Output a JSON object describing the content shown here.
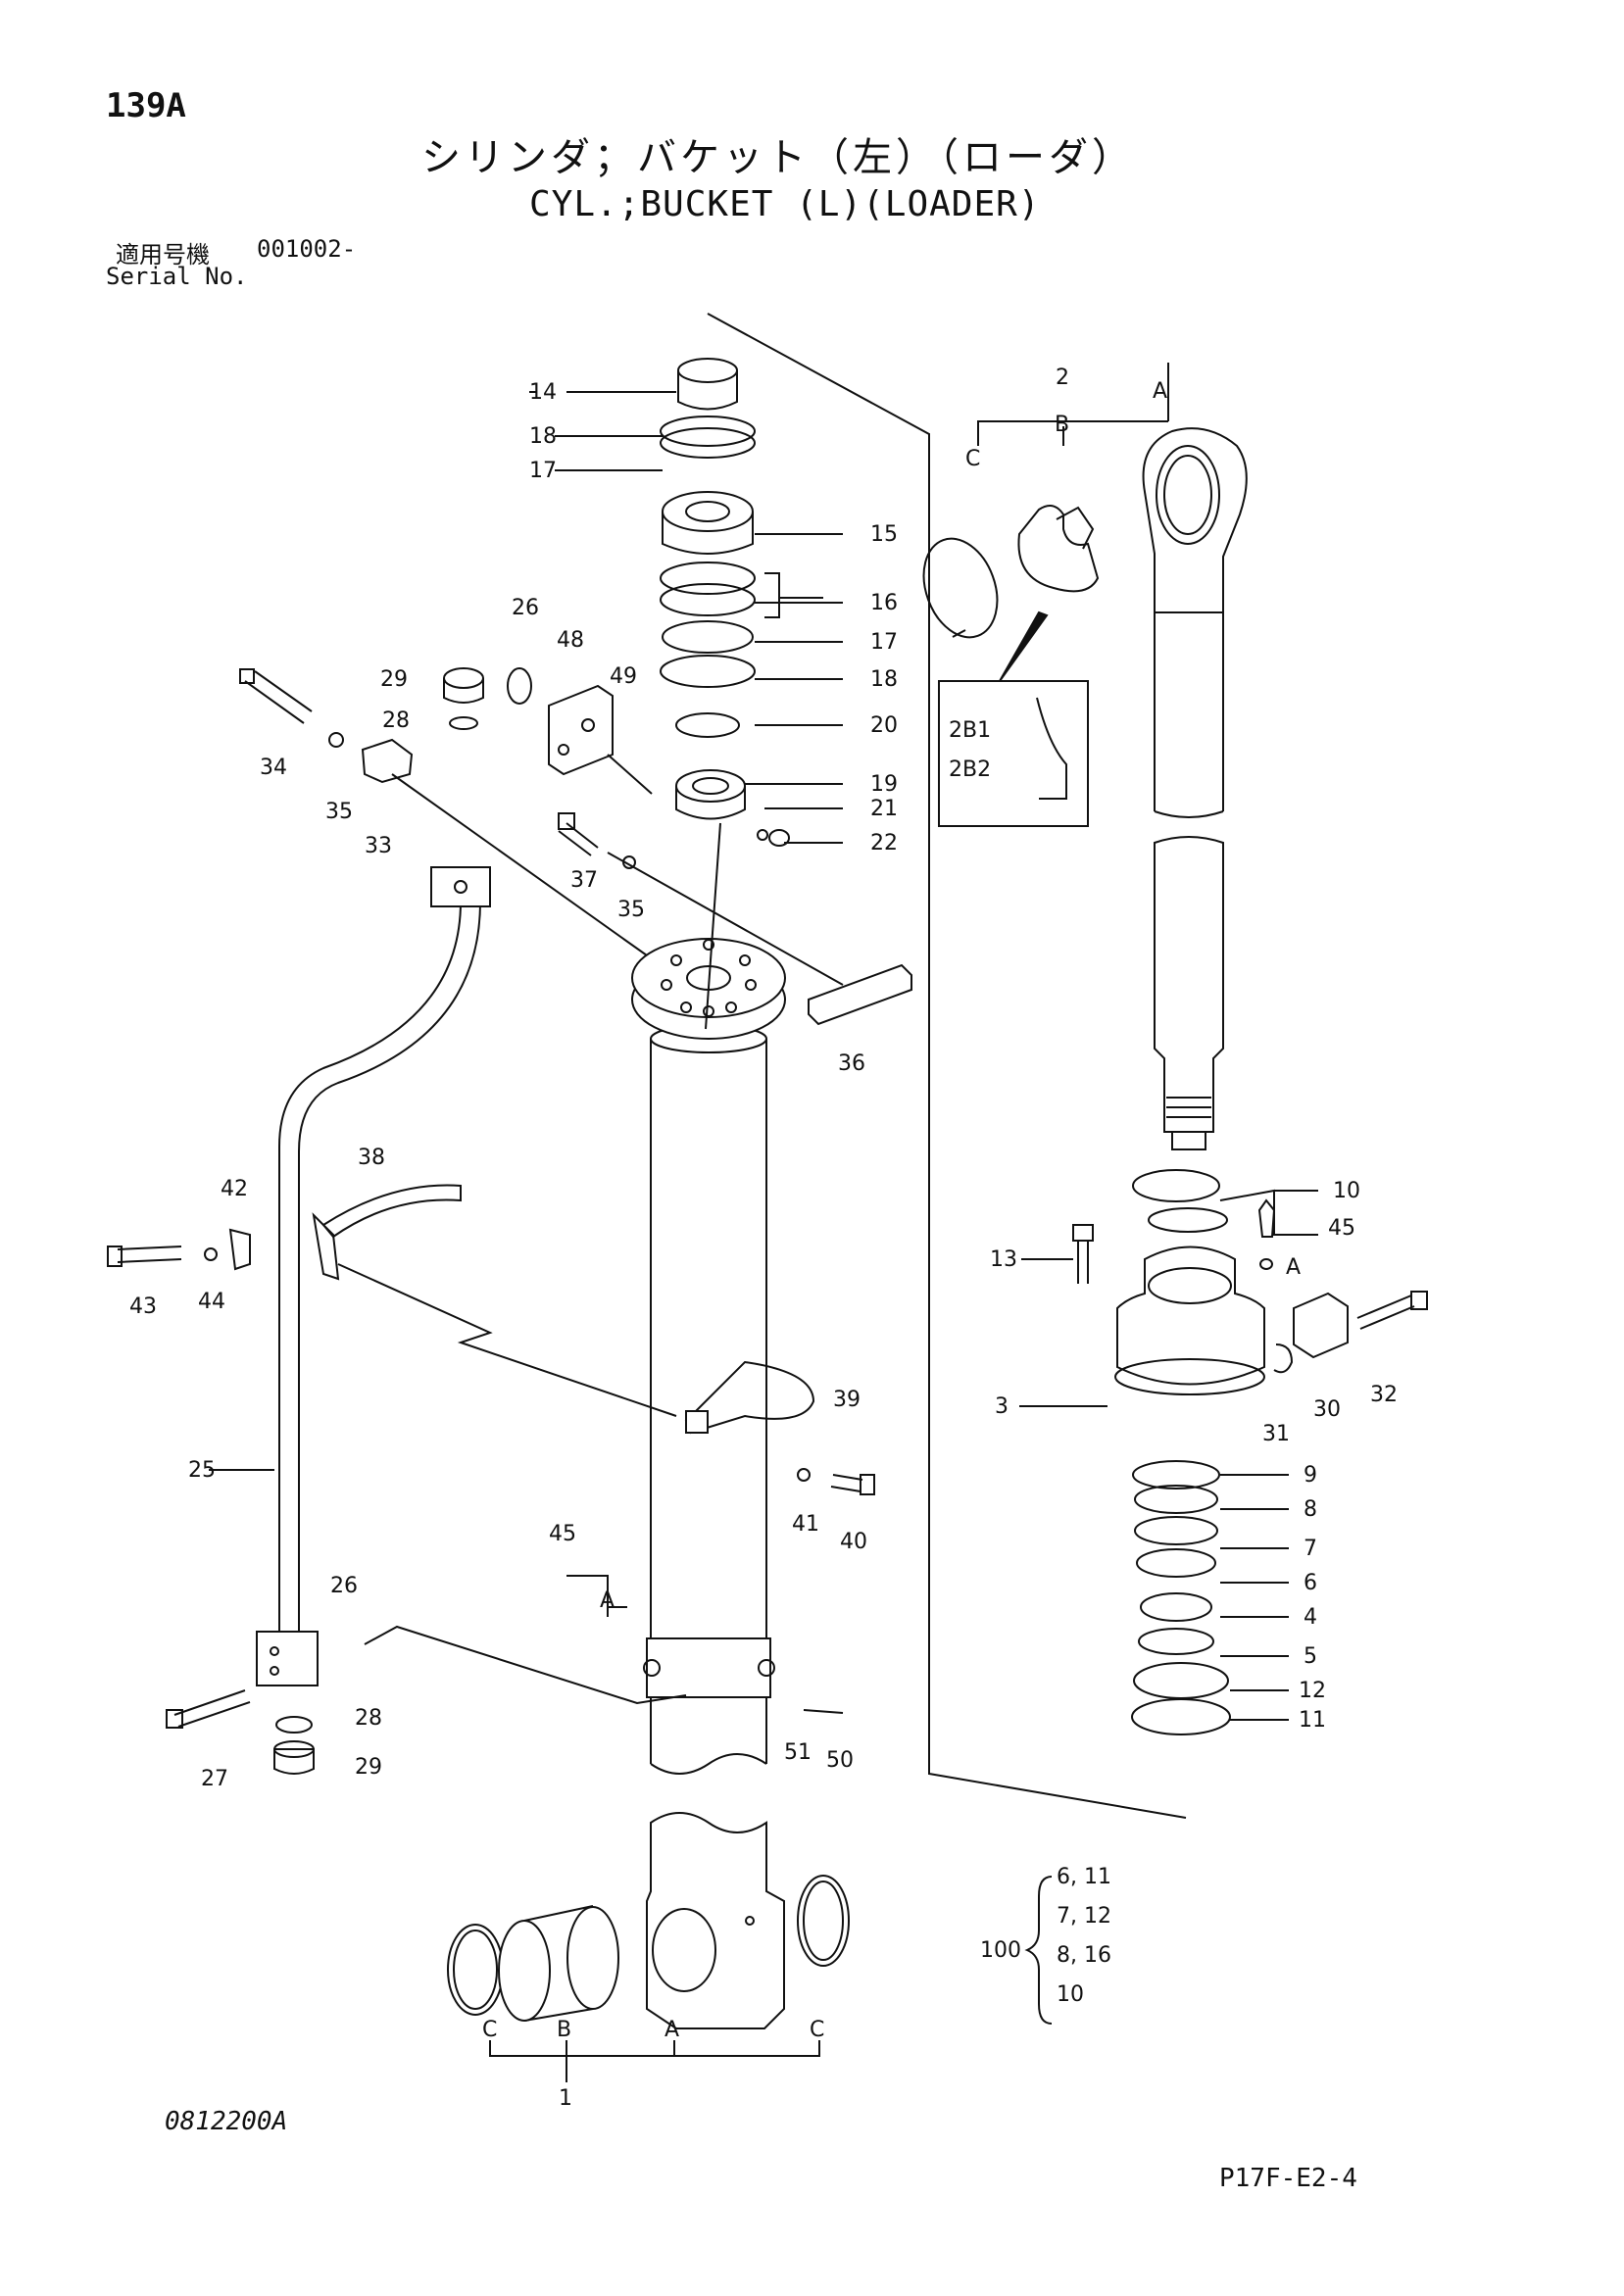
{
  "page_number": "139A",
  "title_jp": "シリンダ；バケット（左）（ローダ）",
  "title_en": "CYL.;BUCKET (L)(LOADER)",
  "serial_label_jp": "適用号機",
  "serial_range": "001002-",
  "serial_label_en": "Serial No.",
  "drawing_number": "0812200A",
  "page_code": "P17F-E2-4",
  "kit": {
    "number": "100",
    "items": [
      "6, 11",
      "7, 12",
      "8, 16",
      "10"
    ]
  },
  "callouts": {
    "c1": "1",
    "c2": "2",
    "c3": "3",
    "c4": "4",
    "c5": "5",
    "c6": "6",
    "c7": "7",
    "c8": "8",
    "c9": "9",
    "c10": "10",
    "c11": "11",
    "c12": "12",
    "c13": "13",
    "c14": "14",
    "c15": "15",
    "c16": "16",
    "c17a": "17",
    "c17b": "17",
    "c18a": "18",
    "c18b": "18",
    "c19": "19",
    "c20": "20",
    "c21": "21",
    "c22": "22",
    "c25": "25",
    "c26a": "26",
    "c26b": "26",
    "c27": "27",
    "c28a": "28",
    "c28b": "28",
    "c29a": "29",
    "c29b": "29",
    "c30": "30",
    "c31": "31",
    "c32": "32",
    "c33": "33",
    "c34": "34",
    "c35a": "35",
    "c35b": "35",
    "c36": "36",
    "c37": "37",
    "c38": "38",
    "c39": "39",
    "c40": "40",
    "c41": "41",
    "c42": "42",
    "c43": "43",
    "c44": "44",
    "c45a": "45",
    "c45b": "45",
    "c48": "48",
    "c49": "49",
    "c50": "50",
    "c51": "51",
    "r_a": "A",
    "r_b": "B",
    "r_c": "C",
    "b_c1": "C",
    "b_b": "B",
    "b_a": "A",
    "b_c2": "C",
    "a_head": "A",
    "a_port": "A",
    "sub_2b1": "2B1",
    "sub_2b2": "2B2"
  },
  "colors": {
    "line": "#111111",
    "paper": "#ffffff",
    "pale": "#e8e8e8"
  }
}
